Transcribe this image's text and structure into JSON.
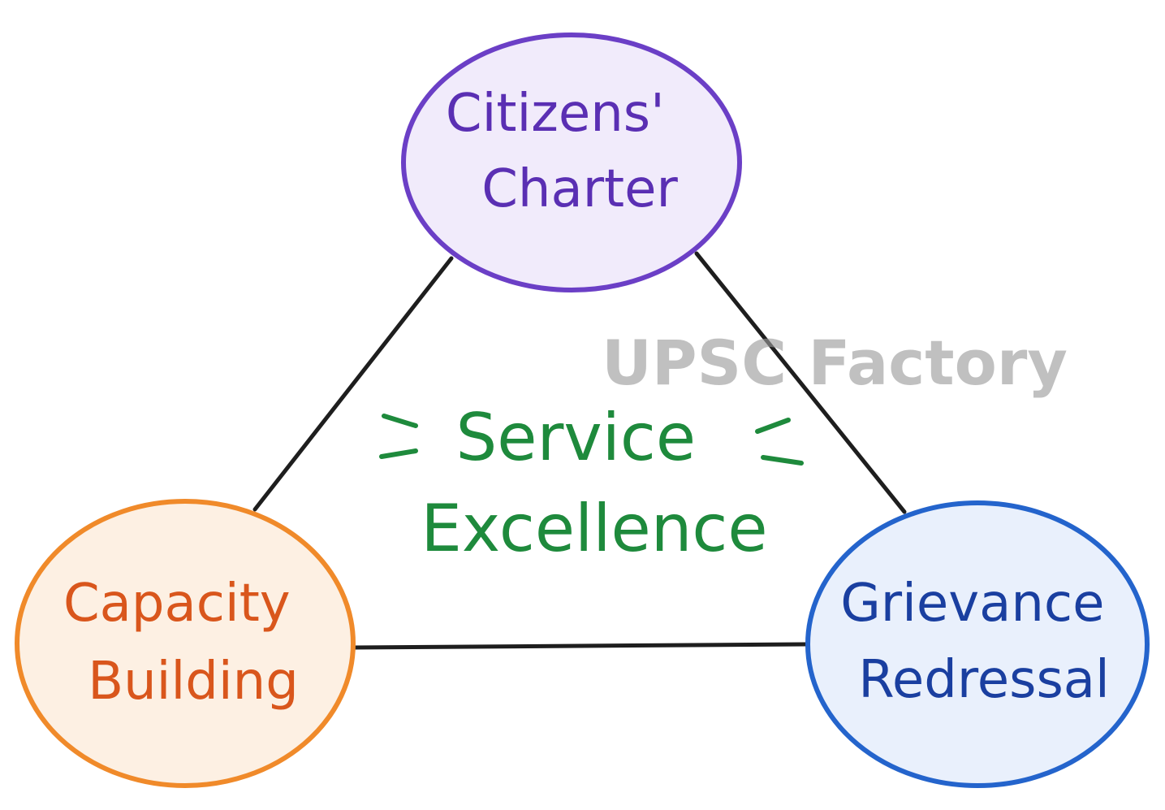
{
  "diagram": {
    "nodes": {
      "citizens_charter": {
        "line1": "Citizens'",
        "line2": "Charter",
        "stroke": "#6b3fc6",
        "fill": "#f1ebfb",
        "text_color": "#5a2fb3"
      },
      "capacity_building": {
        "line1": "Capacity",
        "line2": "Building",
        "stroke": "#f08a2a",
        "fill": "#fdf0e3",
        "text_color": "#d9561c"
      },
      "grievance_redressal": {
        "line1": "Grievance",
        "line2": "Redressal",
        "stroke": "#2464cc",
        "fill": "#e9f0fc",
        "text_color": "#1a3fa0"
      }
    },
    "center": {
      "line1": "Service",
      "line2": "Excellence",
      "text_color": "#1e8a3c"
    },
    "edge_color": "#1e1e1e",
    "watermark": {
      "text": "UPSC Factory",
      "color": "#9a9a9a"
    }
  }
}
